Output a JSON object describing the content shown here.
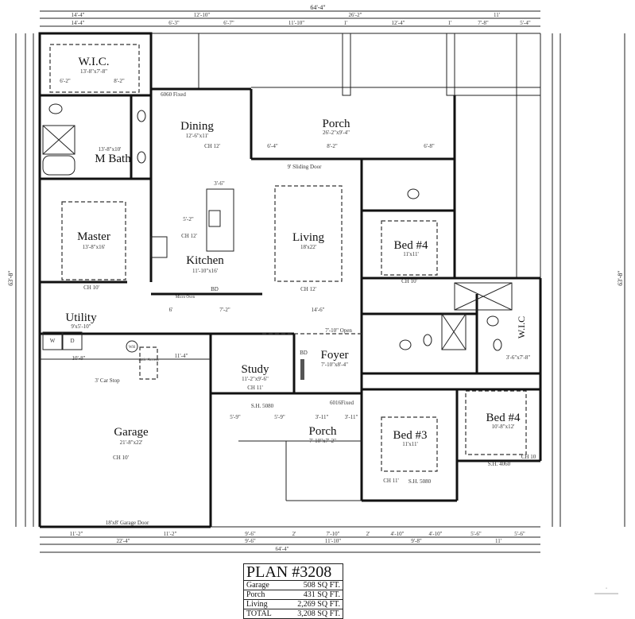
{
  "plan": {
    "title": "PLAN #3208",
    "rows": [
      {
        "label": "Garage",
        "value": "508 SQ FT."
      },
      {
        "label": "Porch",
        "value": "431 SQ FT."
      },
      {
        "label": "Living",
        "value": "2,269 SQ FT."
      },
      {
        "label": "TOTAL",
        "value": "3,208 SQ FT."
      }
    ]
  },
  "rooms": {
    "wic": {
      "name": "W.I.C.",
      "size": "13'-8\"x7'-8\""
    },
    "mbath": {
      "name": "M Bath",
      "size": "13'-8\"x10'"
    },
    "dining": {
      "name": "Dining",
      "size": "12'-6\"x11'",
      "ch": "CH 12'"
    },
    "porch_top": {
      "name": "Porch",
      "size": "26'-2\"x9'-4\""
    },
    "master": {
      "name": "Master",
      "size": "13'-8\"x16'",
      "ch": "CH 10'"
    },
    "kitchen": {
      "name": "Kitchen",
      "size": "11'-10\"x16'",
      "ch": "CH 12'"
    },
    "living": {
      "name": "Living",
      "size": "18'x22'",
      "ch": "CH 12'"
    },
    "bed4a": {
      "name": "Bed #4",
      "size": "11'x11'",
      "ch": "CH 10'"
    },
    "utility": {
      "name": "Utility",
      "size": "9'x5'-10\""
    },
    "study": {
      "name": "Study",
      "size": "11'-2\"x9'-6\"",
      "ch": "CH 11'"
    },
    "foyer": {
      "name": "Foyer",
      "size": "7'-10\"x8'-4\""
    },
    "wic2": {
      "name": "W.I.C",
      "size": "3'-6\"x7'-8\""
    },
    "bed4b": {
      "name": "Bed #4",
      "size": "10'-8\"x12'",
      "ch": "CH 10"
    },
    "bed3": {
      "name": "Bed #3",
      "size": "11'x11'",
      "ch": "CH 11'"
    },
    "garage": {
      "name": "Garage",
      "size": "21'-8\"x22'",
      "ch": "CH 10'"
    },
    "porch_bottom": {
      "name": "Porch",
      "size": "7'-10\"x7'-2\""
    }
  },
  "notes": {
    "sliding_door": "9' Sliding Door",
    "fixed_6060": "6060 Fixed",
    "fixed_6016": "6016Fixed",
    "open_foyer": "7'-10\" Open",
    "car_stop": "3' Car Stop",
    "garage_door": "18'x8' Garage Door",
    "attic": "Attic Access",
    "micro_oven": "Micro Oven",
    "washer": "W",
    "dryer": "D",
    "water_heater": "WH",
    "sh_study": "S.H. 5080",
    "sh_bed3": "S.H. 5080",
    "sh_bed4": "S.H. 4060",
    "bd": "BD"
  },
  "dimensions": {
    "top_overall": "64'-4\"",
    "top_row1": [
      "14'-4\"",
      "12'-10\"",
      "26'-2\"",
      "11'"
    ],
    "top_row2": [
      "14'-4\"",
      "6'-3\"",
      "6'-7\"",
      "11'-10\"",
      "1'",
      "12'-4\"",
      "1'",
      "7'-8\"",
      "5'-4\""
    ],
    "bottom_row1": [
      "11'-2\"",
      "11'-2\"",
      "9'-6\"",
      "2'",
      "7'-10\"",
      "2'",
      "4'-10\"",
      "4'-10\"",
      "5'-6\"",
      "5'-6\""
    ],
    "bottom_row2": [
      "22'-4\"",
      "9'-6\"",
      "11'-10\"",
      "9'-8\"",
      "11'"
    ],
    "bottom_overall": "64'-4\"",
    "left_overall": "63'-8\"",
    "right_overall": "63'-8\"",
    "interior": {
      "wic_left": "6'-2\"",
      "wic_right": "8'-2\"",
      "island": "3'-6\"",
      "island_gap": "5'-2\"",
      "hall_a": "6'",
      "hall_b": "7'-2\"",
      "hall_c": "14'-6\"",
      "utility_w": "10'-8\"",
      "attic_w": "11'-4\"",
      "porch_a": "6'-4\"",
      "porch_b": "8'-2\"",
      "porch_c": "6'-8\"",
      "study_a": "5'-9\"",
      "study_b": "5'-9\"",
      "foyer_a": "3'-11\"",
      "foyer_b": "3'-11\""
    }
  },
  "watermark": "Realtor watermark"
}
